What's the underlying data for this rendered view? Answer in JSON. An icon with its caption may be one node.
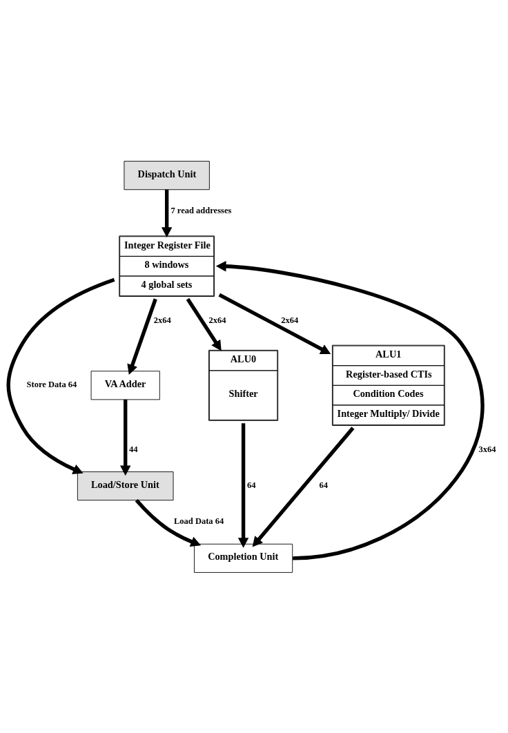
{
  "diagram": {
    "nodes": [
      {
        "text": [
          "Dispatch Unit"
        ]
      },
      {
        "text": [
          "Integer Register File",
          "8 windows",
          "4 global sets"
        ]
      },
      {
        "text": [
          "VA Adder"
        ]
      },
      {
        "text": [
          "ALU0",
          "Shifter"
        ]
      },
      {
        "text": [
          "ALU1",
          "Register-based CTIs",
          "Condition Codes",
          "Integer Multiply/ Divide"
        ]
      },
      {
        "text": [
          "Load/Store Unit"
        ]
      },
      {
        "text": [
          "Completion Unit"
        ]
      }
    ],
    "edges": [
      {
        "from": 0,
        "to": 1,
        "arrow": "to",
        "label": "7 read addresses"
      },
      {
        "from": 1,
        "to": 5,
        "arrow": "to",
        "label": "Store Data 64"
      },
      {
        "from": 1,
        "to": 2,
        "arrow": "to",
        "label": "2x64"
      },
      {
        "from": 1,
        "to": 3,
        "arrow": "to",
        "label": "2x64"
      },
      {
        "from": 1,
        "to": 4,
        "arrow": "to",
        "label": "2x64"
      },
      {
        "from": 2,
        "to": 5,
        "arrow": "to",
        "label": "44"
      },
      {
        "from": 5,
        "to": 6,
        "arrow": "to",
        "label": "Load Data 64"
      },
      {
        "from": 3,
        "to": 6,
        "arrow": "to",
        "label": "64"
      },
      {
        "from": 4,
        "to": 6,
        "arrow": "to",
        "label": "64"
      },
      {
        "from": 6,
        "to": 1,
        "arrow": "to",
        "label": "3x64"
      }
    ]
  }
}
